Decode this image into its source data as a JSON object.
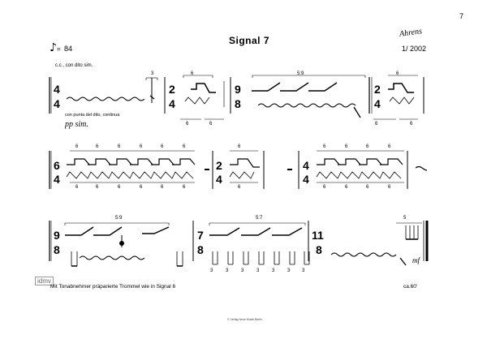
{
  "page_number": "7",
  "title": "Signal 7",
  "signature": "Ahrens",
  "date": "1/ 2002",
  "tempo": {
    "value": "84",
    "prefix": "= "
  },
  "system1": {
    "annotation_top": "c.c.,   con dito  sim.",
    "technique": "con punta del dito, continua",
    "dynamic": "pp  sim.",
    "bars": [
      {
        "time_sig": [
          "4",
          "4"
        ],
        "tuplet": "3"
      },
      {
        "time_sig": [
          "2",
          "4"
        ],
        "tuplet_top": "6",
        "tuplet_bottom": "6",
        "tuplet_bottom2": "6"
      },
      {
        "time_sig": [
          "9",
          "8"
        ],
        "tuplet": "5:9"
      },
      {
        "time_sig": [
          "2",
          "4"
        ],
        "tuplet_top": "6",
        "tuplet_bottom": "6",
        "tuplet_bottom2": "6"
      }
    ]
  },
  "system2": {
    "bars": [
      {
        "time_sig": [
          "6",
          "4"
        ],
        "tuplets_top": [
          "6",
          "6",
          "6",
          "6",
          "6",
          "6"
        ],
        "tuplets_bottom": [
          "6",
          "6",
          "6",
          "6",
          "6",
          "6"
        ]
      },
      {
        "time_sig": [
          "2",
          "4"
        ],
        "tuplets_top": [
          "6"
        ],
        "tuplets_bottom": [
          "6"
        ]
      },
      {
        "time_sig": [
          "4",
          "4"
        ],
        "tuplets_top": [
          "6",
          "6",
          "6",
          "6"
        ],
        "tuplets_bottom": [
          "6",
          "6",
          "6",
          "6"
        ]
      }
    ]
  },
  "system3": {
    "bars": [
      {
        "time_sig": [
          "9",
          "8"
        ],
        "tuplet": "5:9"
      },
      {
        "time_sig": [
          "7",
          "8"
        ],
        "tuplet": "5:7",
        "triplets": [
          "3",
          "3",
          "3",
          "3",
          "3",
          "3",
          "3"
        ]
      },
      {
        "time_sig": [
          "11",
          "8"
        ],
        "tuplet": "5",
        "dynamic": "mf"
      }
    ]
  },
  "footnote": "Mit Tonabnehmer präparierte  Trommel wie in Signal 6",
  "stamp": "idmv",
  "duration": "ca.60'",
  "copyright": "© Verlag Neue Musik Berlin"
}
